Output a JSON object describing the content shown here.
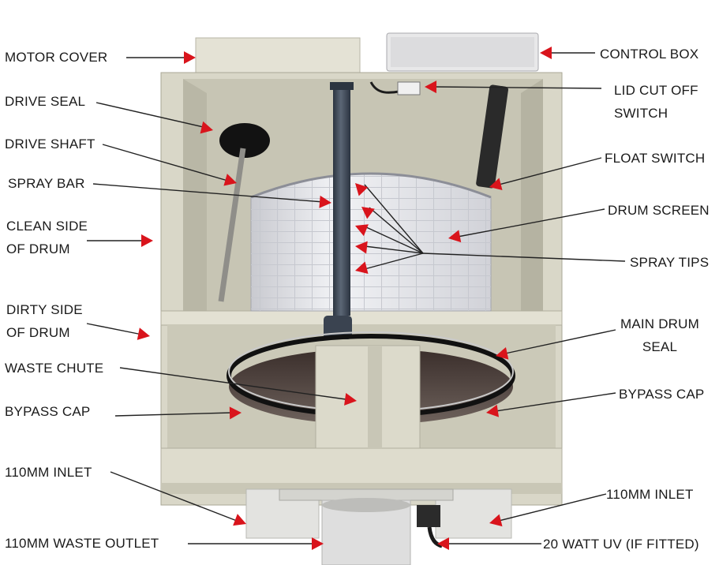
{
  "labels": {
    "motor_cover": "MOTOR COVER",
    "drive_seal": "DRIVE SEAL",
    "drive_shaft": "DRIVE SHAFT",
    "spray_bar": "SPRAY BAR",
    "clean_side": [
      "CLEAN SIDE",
      "OF DRUM"
    ],
    "dirty_side": [
      "DIRTY SIDE",
      "OF DRUM"
    ],
    "waste_chute": "WASTE CHUTE",
    "bypass_cap_left": "BYPASS CAP",
    "inlet_left": "110MM INLET",
    "waste_outlet": "110MM WASTE OUTLET",
    "control_box": "CONTROL BOX",
    "lid_cut_off": [
      "LID CUT OFF",
      "SWITCH"
    ],
    "float_switch": "FLOAT SWITCH",
    "drum_screen": "DRUM SCREEN",
    "spray_tips": "SPRAY TIPS",
    "main_drum_seal": [
      "MAIN DRUM",
      "SEAL"
    ],
    "bypass_cap_right": "BYPASS CAP",
    "inlet_right": "110MM INLET",
    "uv": "20 WATT UV (IF FITTED)"
  },
  "colors": {
    "pointer": "#d9141c",
    "leader": "#222222",
    "housing": "#d9d7c8",
    "housing_dark": "#bcbaa9",
    "screen": "#e9eaee",
    "pipe": "#3c4552"
  }
}
